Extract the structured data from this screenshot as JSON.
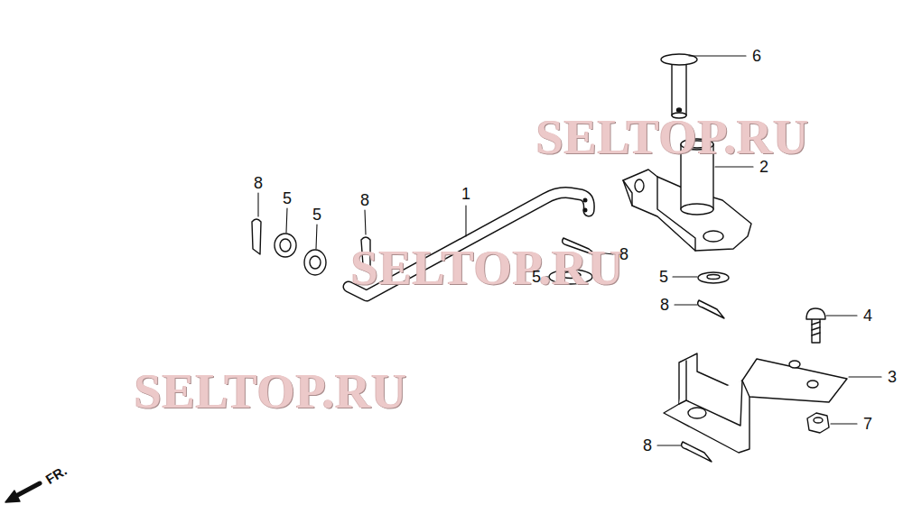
{
  "diagram": {
    "labels": [
      "6",
      "SELTOP.RU",
      "2",
      "8",
      "5",
      "5",
      "8",
      "1",
      "SELTOP.RU",
      "8",
      "5",
      "5",
      "8",
      "4",
      "SELTOP.RU",
      "3",
      "7",
      "8",
      "FR."
    ]
  }
}
